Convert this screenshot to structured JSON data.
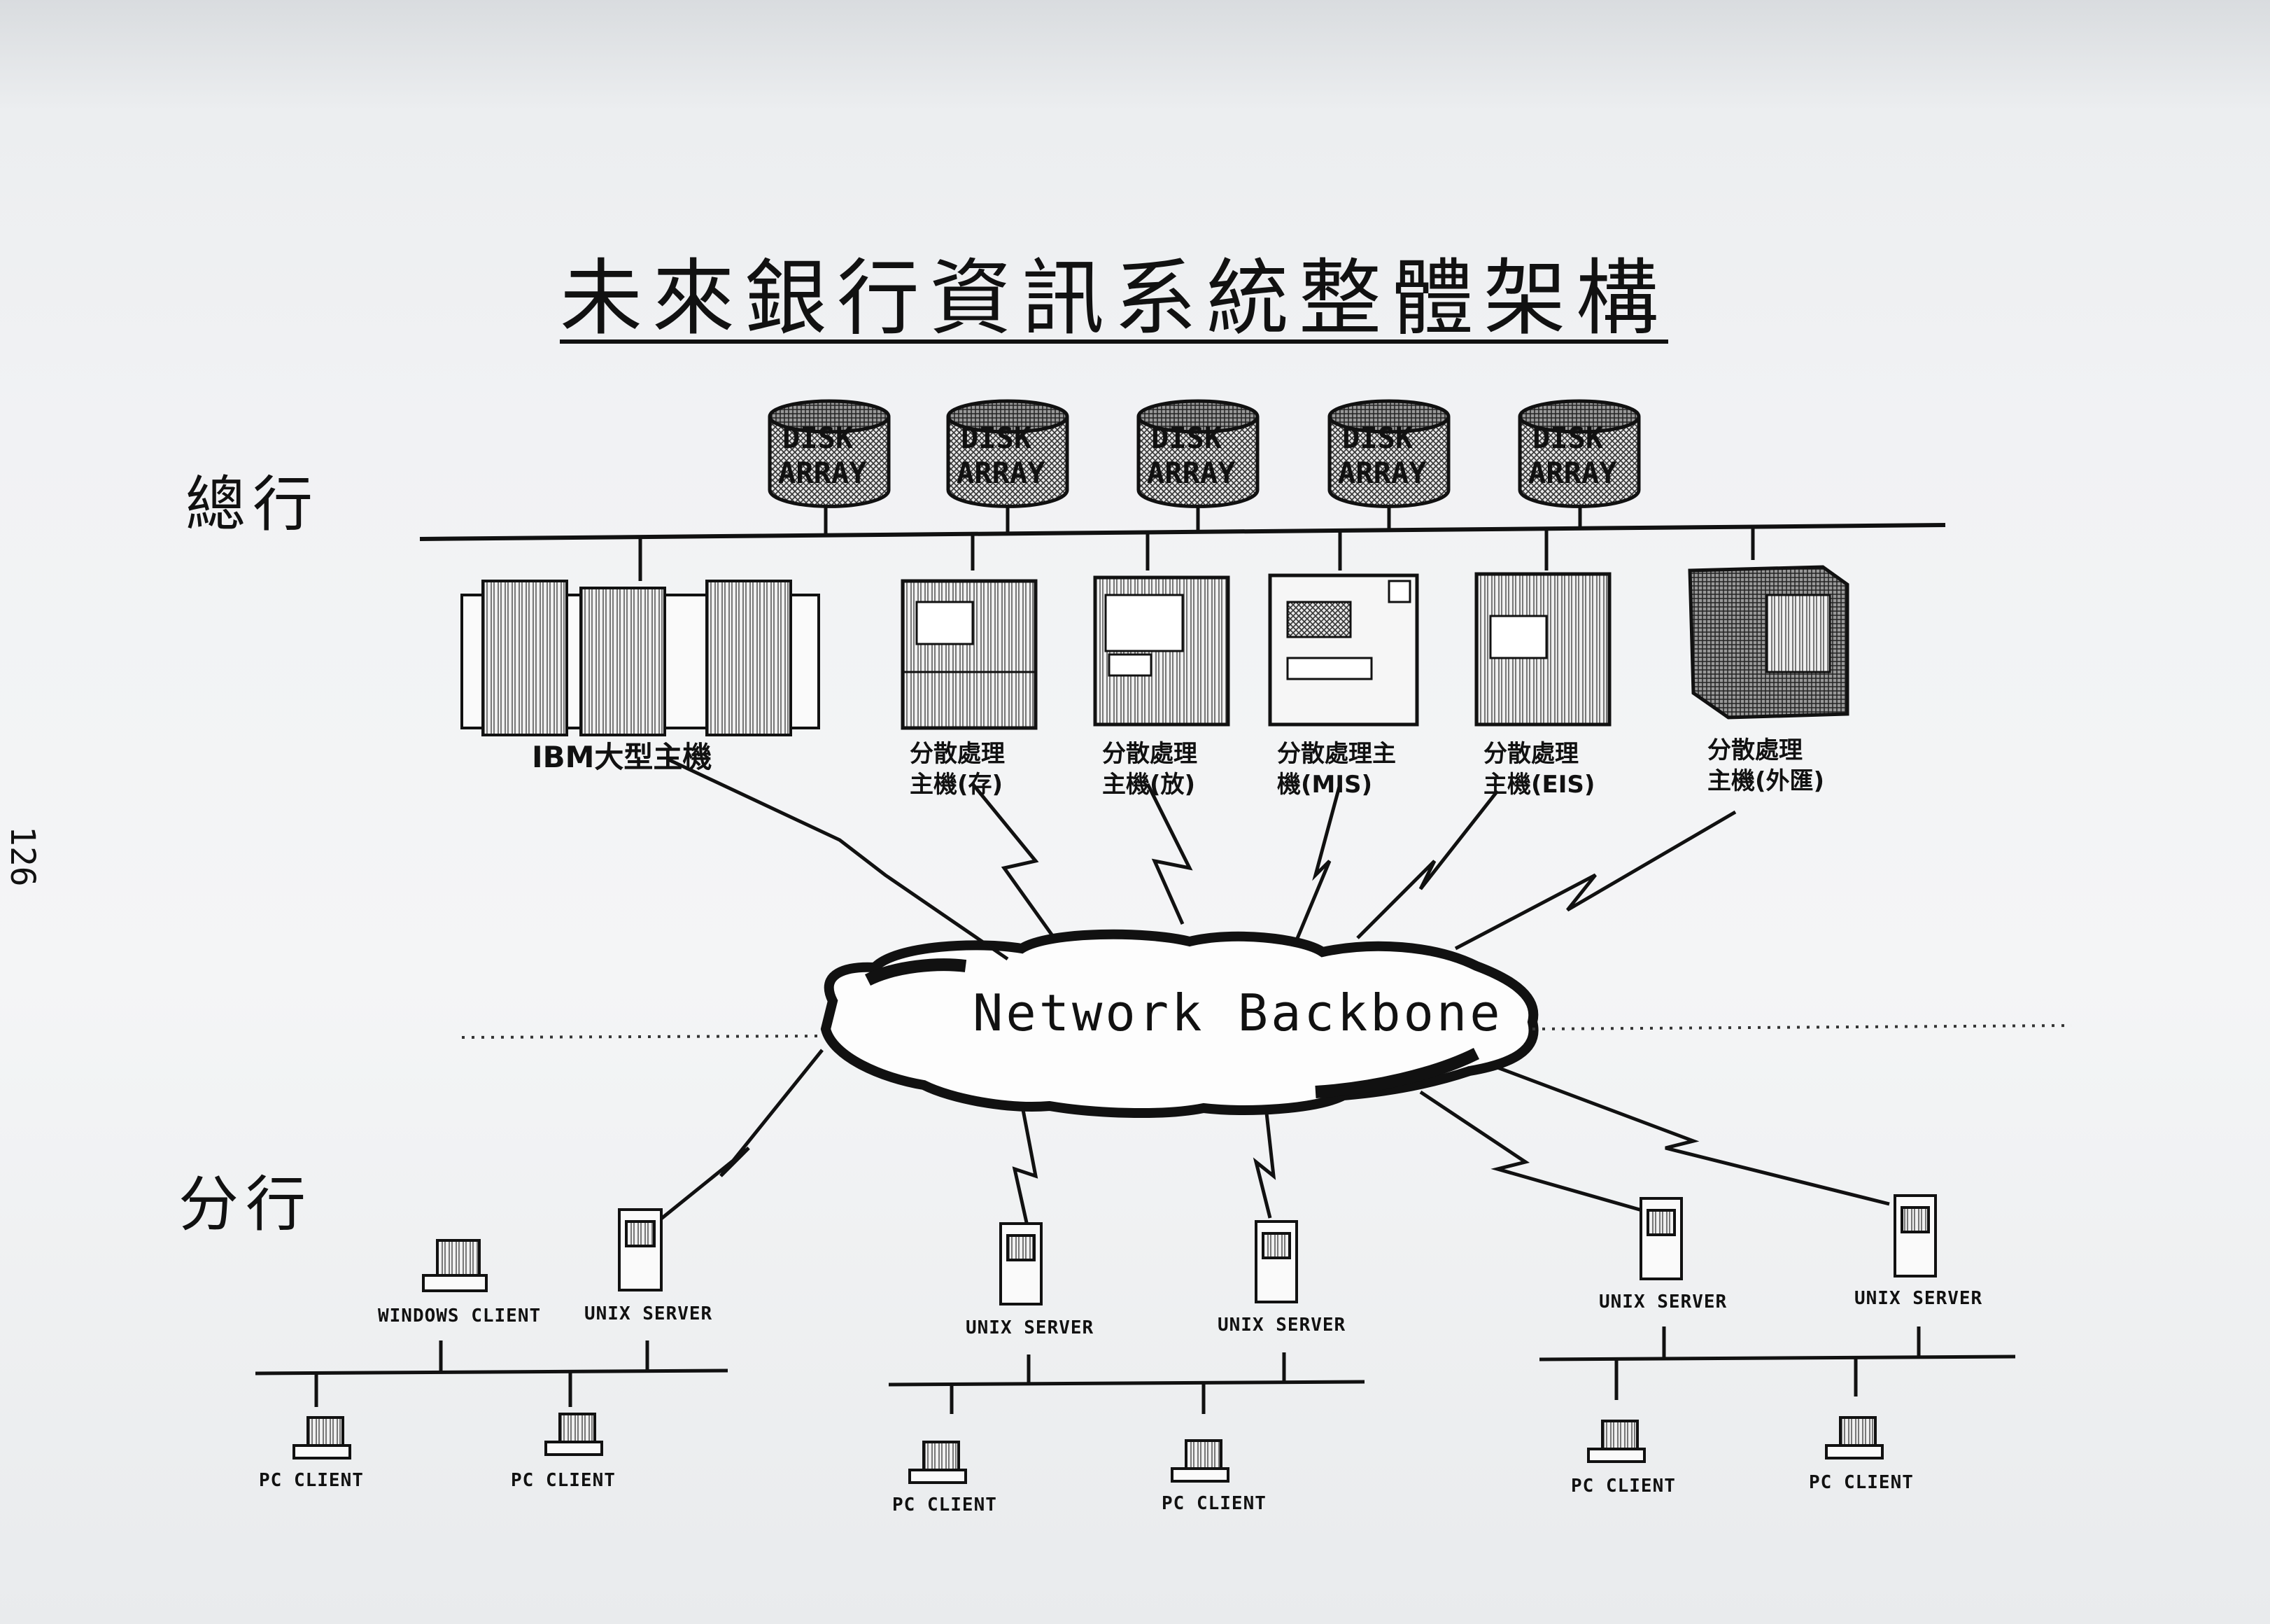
{
  "title": "未來銀行資訊系統整體架構",
  "page_number": "126",
  "sections": {
    "headquarters": "總行",
    "branch": "分行"
  },
  "storage": {
    "disk_arrays": [
      {
        "line1": "DISK",
        "line2": "ARRAY"
      },
      {
        "line1": "DISK",
        "line2": "ARRAY"
      },
      {
        "line1": "DISK",
        "line2": "ARRAY"
      },
      {
        "line1": "DISK",
        "line2": "ARRAY"
      },
      {
        "line1": "DISK",
        "line2": "ARRAY"
      }
    ]
  },
  "hosts": [
    {
      "label": "IBM大型主機"
    },
    {
      "line1": "分散處理",
      "line2": "主機(存)"
    },
    {
      "line1": "分散處理",
      "line2": "主機(放)"
    },
    {
      "line1": "分散處理主",
      "line2": "機(MIS)"
    },
    {
      "line1": "分散處理",
      "line2": "主機(EIS)"
    },
    {
      "line1": "分散處理",
      "line2": "主機(外匯)"
    }
  ],
  "network": {
    "label": "Network Backbone"
  },
  "branch_groups": [
    {
      "servers": [
        "WINDOWS CLIENT",
        "UNIX SERVER"
      ],
      "clients": [
        "PC CLIENT",
        "PC CLIENT"
      ]
    },
    {
      "servers": [
        "UNIX SERVER",
        "UNIX SERVER"
      ],
      "clients": [
        "PC CLIENT",
        "PC CLIENT"
      ]
    },
    {
      "servers": [
        "UNIX SERVER",
        "UNIX SERVER"
      ],
      "clients": [
        "PC CLIENT",
        "PC CLIENT"
      ]
    }
  ]
}
